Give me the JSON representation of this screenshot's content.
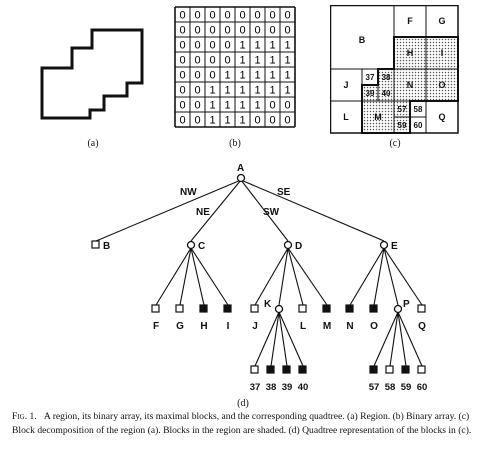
{
  "sublabels": {
    "a": "(a)",
    "b": "(b)",
    "c": "(c)",
    "d": "(d)"
  },
  "binary_array": [
    [
      0,
      0,
      0,
      0,
      0,
      0,
      0,
      0
    ],
    [
      0,
      0,
      0,
      0,
      0,
      0,
      0,
      0
    ],
    [
      0,
      0,
      0,
      0,
      1,
      1,
      1,
      1
    ],
    [
      0,
      0,
      0,
      0,
      1,
      1,
      1,
      1
    ],
    [
      0,
      0,
      0,
      1,
      1,
      1,
      1,
      1
    ],
    [
      0,
      0,
      1,
      1,
      1,
      1,
      1,
      1
    ],
    [
      0,
      0,
      1,
      1,
      1,
      1,
      0,
      0
    ],
    [
      0,
      0,
      1,
      1,
      1,
      0,
      0,
      0
    ]
  ],
  "blocks": {
    "B": "B",
    "F": "F",
    "G": "G",
    "H": "H",
    "I": "I",
    "J": "J",
    "L": "L",
    "M": "M",
    "N": "N",
    "O": "O",
    "Q": "Q",
    "37": "37",
    "38": "38",
    "39": "39",
    "40": "40",
    "57": "57",
    "58": "58",
    "59": "59",
    "60": "60"
  },
  "tree": {
    "root": "A",
    "edge_labels": {
      "nw": "NW",
      "ne": "NE",
      "sw": "SW",
      "se": "SE"
    },
    "level1": [
      "B",
      "C",
      "D",
      "E"
    ],
    "level2": [
      "F",
      "G",
      "H",
      "I",
      "J",
      "K",
      "L",
      "M",
      "N",
      "O",
      "P",
      "Q"
    ],
    "level3": [
      "37",
      "38",
      "39",
      "40",
      "57",
      "58",
      "59",
      "60"
    ]
  },
  "caption": {
    "fig": "Fig. 1.",
    "text": "A region, its binary array, its maximal blocks, and the corresponding quadtree. (a) Region. (b) Binary array. (c) Block decomposition of the region (a). Blocks in the region are shaded. (d) Quadtree representation of the blocks in (c)."
  }
}
